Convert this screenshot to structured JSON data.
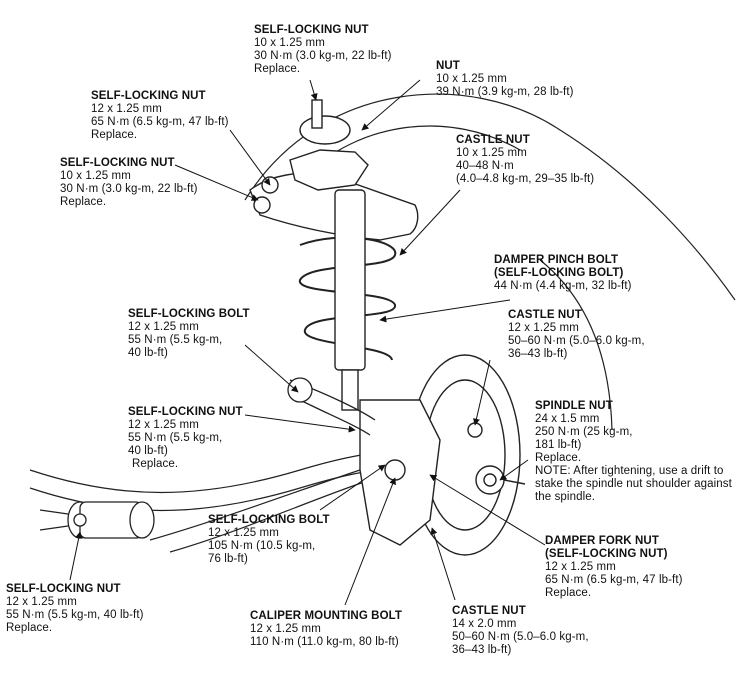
{
  "callouts": [
    {
      "id": "top-self-locking-nut",
      "title": "SELF-LOCKING NUT",
      "lines": [
        "10 x 1.25 mm",
        "30 N·m (3.0 kg-m, 22 lb-ft)",
        "Replace."
      ]
    },
    {
      "id": "nut",
      "title": "NUT",
      "lines": [
        "10 x 1.25 mm",
        "39 N·m (3.9 kg-m, 28 lb-ft)"
      ]
    },
    {
      "id": "upper-left-self-locking-nut",
      "title": "SELF-LOCKING NUT",
      "lines": [
        "12 x 1.25 mm",
        "65 N·m (6.5 kg-m, 47 lb-ft)",
        "Replace."
      ]
    },
    {
      "id": "mid-left-self-locking-nut",
      "title": "SELF-LOCKING NUT",
      "lines": [
        "10 x 1.25 mm",
        "30 N·m (3.0 kg-m, 22 lb-ft)",
        "Replace."
      ]
    },
    {
      "id": "upper-castle-nut",
      "title": "CASTLE NUT",
      "lines": [
        "10 x 1.25 mm",
        "40–48 N·m",
        "(4.0–4.8 kg-m, 29–35 lb-ft)"
      ]
    },
    {
      "id": "damper-pinch-bolt",
      "title": "DAMPER PINCH BOLT",
      "lines": [
        "(SELF-LOCKING BOLT)",
        "44 N·m (4.4 kg-m, 32 lb-ft)"
      ]
    },
    {
      "id": "left-self-locking-bolt",
      "title": "SELF-LOCKING BOLT",
      "lines": [
        "12 x 1.25 mm",
        "55 N·m (5.5 kg-m,",
        "40 lb-ft)"
      ]
    },
    {
      "id": "mid-castle-nut",
      "title": "CASTLE NUT",
      "lines": [
        "12 x 1.25 mm",
        "50–60 N·m (5.0–6.0 kg-m,",
        "36–43 lb-ft)"
      ]
    },
    {
      "id": "lower-left-self-locking-nut",
      "title": "SELF-LOCKING NUT",
      "lines": [
        "12 x 1.25 mm",
        "55 N·m (5.5 kg-m,",
        "40 lb-ft)",
        "Replace."
      ]
    },
    {
      "id": "spindle-nut",
      "title": "SPINDLE NUT",
      "lines": [
        "24 x 1.5 mm",
        "250 N·m (25 kg-m,",
        "181 lb-ft)",
        "Replace.",
        "NOTE: After tightening, use a drift to",
        "stake the spindle nut shoulder against",
        "the spindle."
      ]
    },
    {
      "id": "center-self-locking-bolt",
      "title": "SELF-LOCKING BOLT",
      "lines": [
        "12 x 1.25 mm",
        "105 N·m (10.5 kg-m,",
        "76 lb-ft)"
      ]
    },
    {
      "id": "damper-fork-nut",
      "title": "DAMPER FORK NUT",
      "lines": [
        "(SELF-LOCKING NUT)",
        "12 x 1.25 mm",
        "65 N·m (6.5 kg-m, 47 lb-ft)",
        "Replace."
      ]
    },
    {
      "id": "bottom-left-self-locking-nut",
      "title": "SELF-LOCKING NUT",
      "lines": [
        "12 x 1.25 mm",
        "55 N·m (5.5 kg-m, 40 lb-ft)",
        "Replace."
      ]
    },
    {
      "id": "caliper-mounting-bolt",
      "title": "CALIPER MOUNTING BOLT",
      "lines": [
        "12 x 1.25 mm",
        "110 N·m (11.0 kg-m, 80 lb-ft)"
      ]
    },
    {
      "id": "lower-castle-nut",
      "title": "CASTLE NUT",
      "lines": [
        "14 x 2.0 mm",
        "50–60 N·m (5.0–6.0 kg-m,",
        "36–43 lb-ft)"
      ]
    }
  ]
}
